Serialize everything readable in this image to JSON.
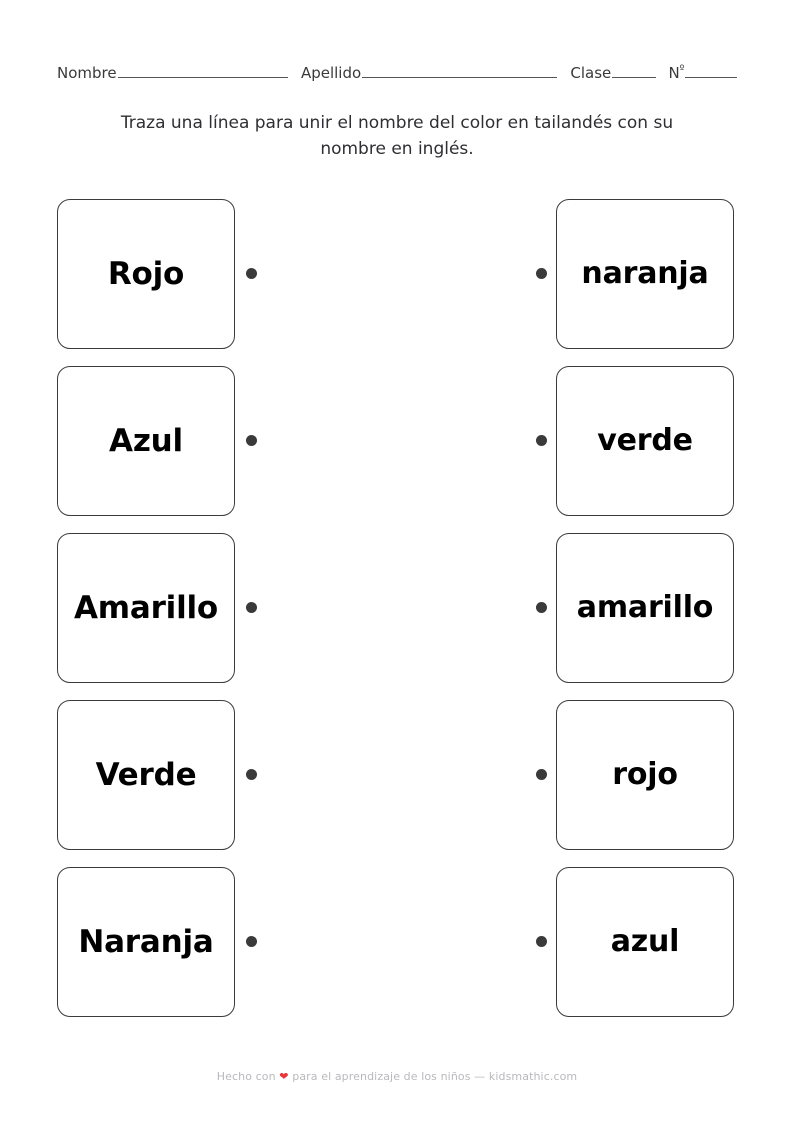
{
  "header": {
    "name_label": "Nombre",
    "surname_label": "Apellido",
    "class_label": "Clase",
    "number_label": "N",
    "number_ordinal": "º"
  },
  "instruction": {
    "text": "Traza una línea para unir el nombre del color en tailandés con su nombre en inglés."
  },
  "worksheet": {
    "rows": [
      {
        "left": "Rojo",
        "right": "naranja"
      },
      {
        "left": "Azul",
        "right": "verde"
      },
      {
        "left": "Amarillo",
        "right": "amarillo"
      },
      {
        "left": "Verde",
        "right": "rojo"
      },
      {
        "left": "Naranja",
        "right": "azul"
      }
    ]
  },
  "footer": {
    "before_heart": "Hecho con",
    "heart": "❤",
    "after_heart": "para el aprendizaje de los niños — kidsmathic.com"
  },
  "colors": {
    "border": "#3b3b3b",
    "dot": "#3a3a3a",
    "text": "#000000",
    "instruction": "#2f2f33",
    "footer": "#b9b9bd",
    "heart": "#e8353a"
  }
}
